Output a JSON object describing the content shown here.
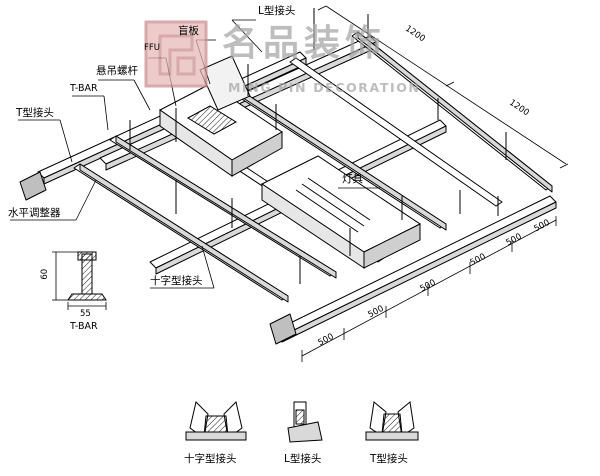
{
  "watermark": {
    "brand_cn": "名品装饰",
    "brand_en": "MING PIN DECORATION"
  },
  "labels": {
    "l_type_joint": "L型接头",
    "ceiling_panel": "盲板",
    "ffu": "FFU",
    "hanging_rod": "悬吊螺杆",
    "t_bar_top": "T-BAR",
    "t_type_joint": "T型接头",
    "leveler": "水平调整器",
    "light": "灯具",
    "cross_joint": "十字型接头",
    "section_t_bar": "T-BAR"
  },
  "dimensions": {
    "depth_1": "1200",
    "depth_2": "1200",
    "spacing": [
      "500",
      "500",
      "500",
      "500",
      "500",
      "500"
    ],
    "section_height": "60",
    "section_width": "55"
  },
  "joint_legend": [
    {
      "label": "十字型接头",
      "icon": "cross-joint-icon"
    },
    {
      "label": "L型接头",
      "icon": "l-joint-icon"
    },
    {
      "label": "T型接头",
      "icon": "t-joint-icon"
    }
  ]
}
